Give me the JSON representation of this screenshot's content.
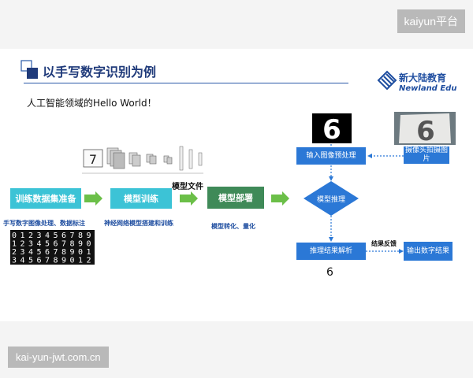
{
  "watermarks": {
    "top": "kaiyun平台",
    "bottom": "kai-yun-jwt.com.cn"
  },
  "header": {
    "title": "以手写数字识别为例",
    "subtitle": "人工智能领域的Hello World！"
  },
  "brand": {
    "name_cn": "新大陆教育",
    "name_en": "Newland Edu",
    "color": "#1f4ea0"
  },
  "pipeline": {
    "dataset": {
      "label": "训练数据集准备",
      "caption": "手写数字图像处理、数据标注"
    },
    "train": {
      "label": "模型训练",
      "caption": "神经网络模型搭建和训练"
    },
    "model_file": "模型文件",
    "deploy": {
      "label": "模型部署",
      "caption": "模型转化、量化"
    }
  },
  "inference": {
    "camera": "摄像头拍摄图片",
    "preprocess": "输入图像预处理",
    "infer": "模型推理",
    "parse": "推理结果解析",
    "feedback": "结果反馈",
    "output": "输出数字结果",
    "result": "6"
  },
  "lenet_digit": "7",
  "photo_digit": "6",
  "digit_grid": [
    "0",
    "1",
    "2",
    "3",
    "4",
    "5",
    "6",
    "7",
    "8",
    "9"
  ],
  "colors": {
    "cyan": "#3cc3d6",
    "green": "#3f8a58",
    "blue": "#2b78d6",
    "arrow_green": "#6bbf48",
    "dotted": "#2b78d6"
  }
}
